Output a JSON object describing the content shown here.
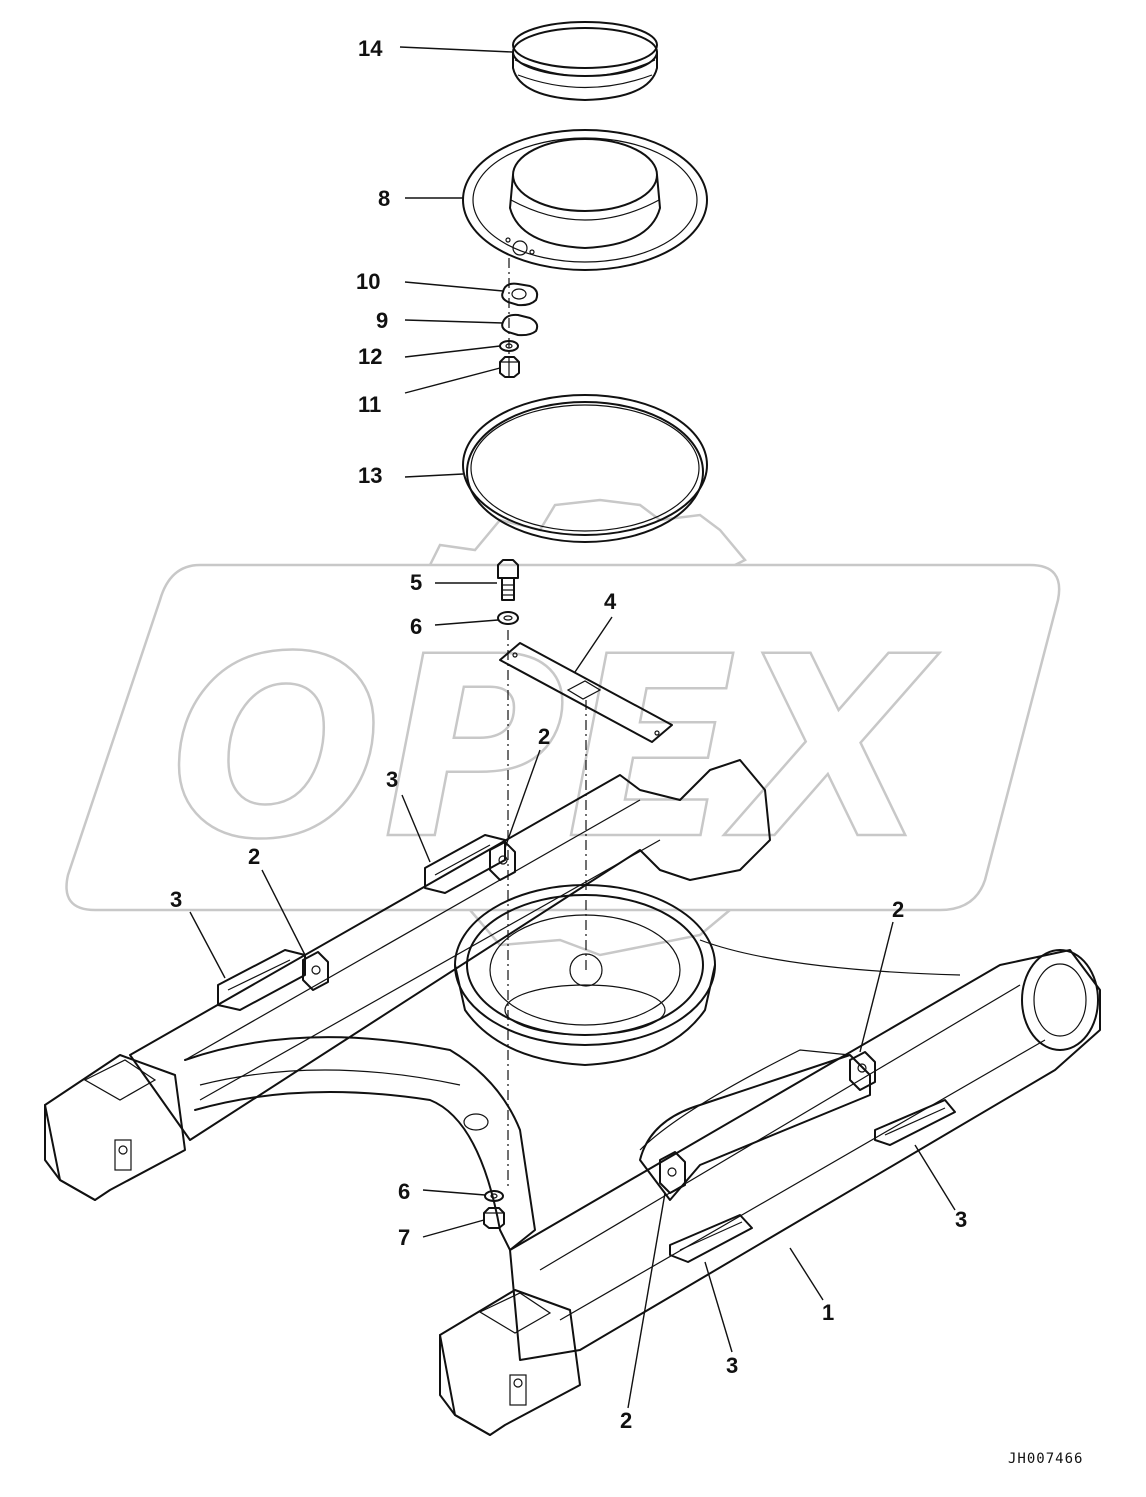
{
  "watermark": {
    "text": "OPEX"
  },
  "document_id": "JH007466",
  "callouts": [
    {
      "label": "14",
      "part": "ring-seal"
    },
    {
      "label": "8",
      "part": "cover-plate"
    },
    {
      "label": "10",
      "part": "plate"
    },
    {
      "label": "9",
      "part": "gasket"
    },
    {
      "label": "12",
      "part": "washer"
    },
    {
      "label": "11",
      "part": "nut"
    },
    {
      "label": "13",
      "part": "o-ring"
    },
    {
      "label": "5",
      "part": "bolt"
    },
    {
      "label": "6",
      "part": "washer-upper"
    },
    {
      "label": "4",
      "part": "cover"
    },
    {
      "label": "2",
      "part": "bracket-a"
    },
    {
      "label": "3",
      "part": "guard-a"
    },
    {
      "label": "2",
      "part": "bracket-b"
    },
    {
      "label": "3",
      "part": "guard-b"
    },
    {
      "label": "2",
      "part": "bracket-c"
    },
    {
      "label": "3",
      "part": "guard-c"
    },
    {
      "label": "6",
      "part": "washer-lower"
    },
    {
      "label": "7",
      "part": "nut-lower"
    },
    {
      "label": "1",
      "part": "track-frame"
    },
    {
      "label": "3",
      "part": "guard-d"
    },
    {
      "label": "2",
      "part": "bracket-d"
    }
  ]
}
